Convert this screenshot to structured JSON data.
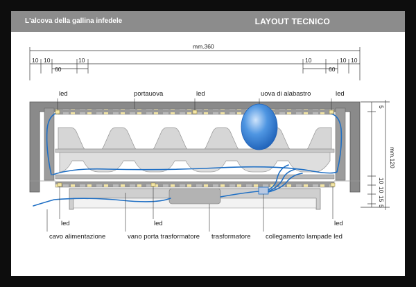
{
  "header": {
    "brand": "L'alcova della gallina infedele",
    "title": "LAYOUT TECNICO"
  },
  "dimensions": {
    "total": "mm.360",
    "left_segments": [
      "10",
      "10",
      "60",
      "10"
    ],
    "right_segments": [
      "10",
      "60",
      "10",
      "10"
    ],
    "height_total": "mm.120",
    "right_segments_vertical": [
      "5",
      "10",
      "10",
      "15",
      "5"
    ]
  },
  "labels": {
    "led_top_left": "led",
    "portauova": "portauova",
    "led_top_mid": "led",
    "uova_alabastro": "uova di alabastro",
    "led_top_right": "led",
    "led_bottom_left": "led",
    "led_bottom_mid": "led",
    "led_bottom_right": "led",
    "cavo_alimentazione": "cavo alimentazione",
    "vano_trasformatore": "vano porta trasformatore",
    "trasformatore": "trasformatore",
    "collegamento_led": "collegamento lampade led"
  },
  "colors": {
    "header": "#8c8c8c",
    "frame": "#8a8a8a",
    "tray": "#d6d6d6",
    "cable": "#1f6fc4",
    "egg": "#2f7fd6",
    "led": "#f4e6a6"
  }
}
